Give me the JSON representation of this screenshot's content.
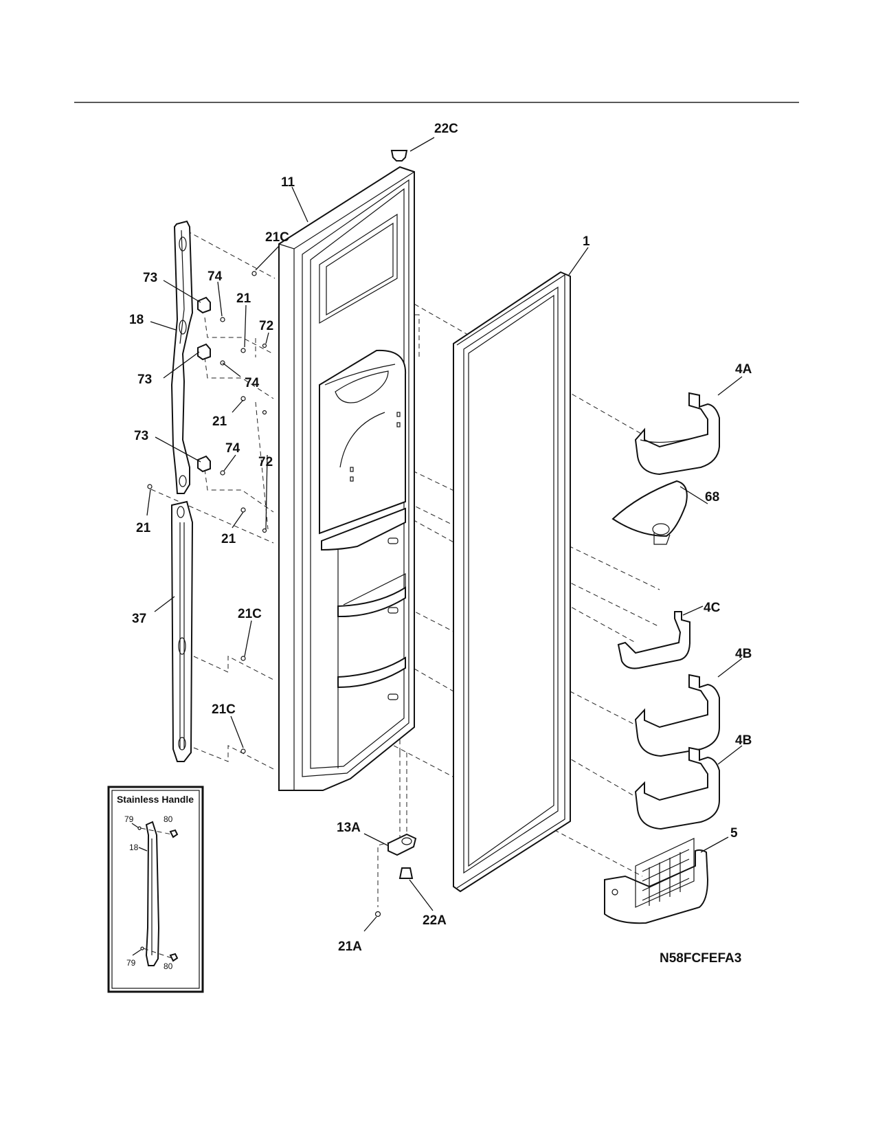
{
  "labels": {
    "l22c": "22C",
    "l11": "11",
    "l21c_top": "21C",
    "l1": "1",
    "l73_a": "73",
    "l74_a": "74",
    "l21_a": "21",
    "l72_a": "72",
    "l18": "18",
    "l73_b": "73",
    "l74_b": "74",
    "l21_b": "21",
    "l73_c": "73",
    "l74_c": "74",
    "l72_b": "72",
    "l21_c": "21",
    "l21_d": "21",
    "l37": "37",
    "l21c_mid": "21C",
    "l21c_low": "21C",
    "l4a": "4A",
    "l68": "68",
    "l4c": "4C",
    "l4b_a": "4B",
    "l4b_b": "4B",
    "l5": "5",
    "l13a": "13A",
    "l22a": "22A",
    "l21a": "21A"
  },
  "inset": {
    "title": "Stainless Handle",
    "l79_top": "79",
    "l80_top": "80",
    "l18": "18",
    "l79_bottom": "79",
    "l80_bottom": "80"
  },
  "diagram_code": "N58FCFEFA3"
}
